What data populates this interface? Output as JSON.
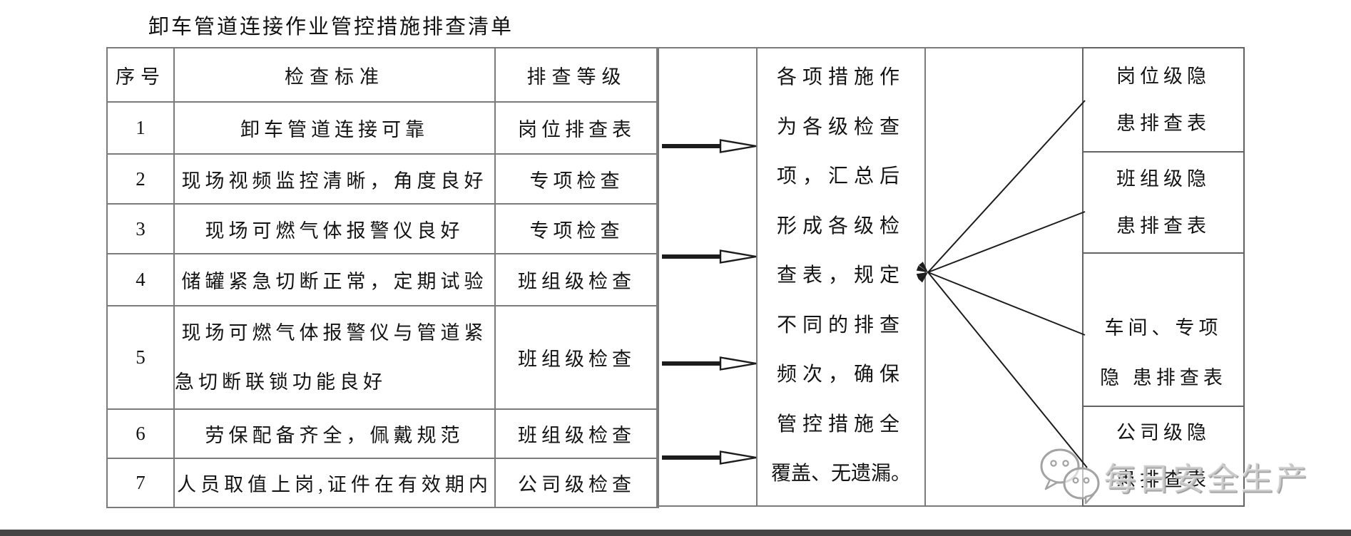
{
  "title": "卸车管道连接作业管控措施排查清单",
  "table": {
    "columns": {
      "no": "序号",
      "standard": "检查标准",
      "level": "排查等级"
    },
    "rows": [
      {
        "no": "1",
        "standard": "卸车管道连接可靠",
        "level": "岗位排查表"
      },
      {
        "no": "2",
        "standard": "现场视频监控清晰，角度良好",
        "level": "专项检查"
      },
      {
        "no": "3",
        "standard": "现场可燃气体报警仪良好",
        "level": "专项检查"
      },
      {
        "no": "4",
        "standard": "储罐紧急切断正常，定期试验",
        "level": "班组级检查"
      },
      {
        "no": "5",
        "standard": "现场可燃气体报警仪与管道紧急切断联锁功能良好",
        "level": "班组级检查"
      },
      {
        "no": "6",
        "standard": "劳保配备齐全，佩戴规范",
        "level": "班组级检查"
      },
      {
        "no": "7",
        "standard": "人员取值上岗,证件在有效期内",
        "level": "公司级检查"
      }
    ]
  },
  "summary": {
    "lines": [
      "各项措施作",
      "为各级检查",
      "项，汇总后",
      "形成各级检",
      "查表，规定",
      "不同的排查",
      "频次，确保",
      "管控措施全",
      "覆盖、无遗漏。"
    ]
  },
  "outputs": {
    "box1": {
      "line1": "岗位级隐",
      "line2": "患排查表"
    },
    "box2": {
      "line1": "班组级隐",
      "line2": "患排查表"
    },
    "box3": {
      "line1": "车间、专项",
      "line2": "隐 患排查表"
    },
    "box4": {
      "line1": "公司级隐",
      "line2": "患排查表"
    }
  },
  "watermark": {
    "text": "每日安全生产",
    "icon": "wechat-icon"
  },
  "colors": {
    "border_gray": "#7b7b7b",
    "line_black": "#1c1c1c",
    "watermark_gray": "#bebebe",
    "bottom_bar": "#454545"
  }
}
